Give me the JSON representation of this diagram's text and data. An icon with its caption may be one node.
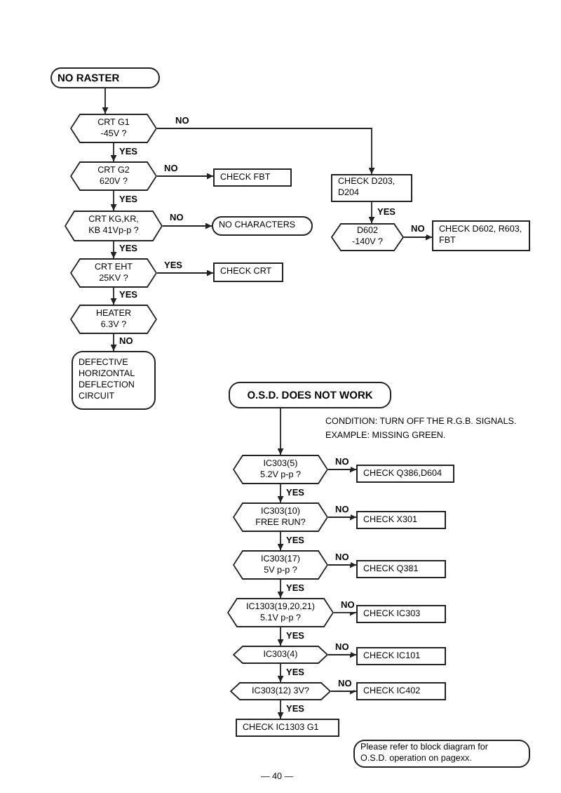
{
  "diagram": {
    "nodes": [
      {
        "text": [
          "NO RASTER"
        ]
      },
      {
        "text": [
          "CRT G1 -45V ?"
        ]
      },
      {
        "text": [
          "CRT G2 620V ?"
        ]
      },
      {
        "text": [
          "CRT KG,KR, KB 41Vp-p ?"
        ]
      },
      {
        "text": [
          "CRT EHT 25KV ?"
        ]
      },
      {
        "text": [
          "HEATER 6.3V ?"
        ]
      },
      {
        "text": [
          "DEFECTIVE HORIZONTAL DEFLECTION CIRCUIT"
        ]
      },
      {
        "text": [
          "CHECK FBT"
        ]
      },
      {
        "text": [
          "NO CHARACTERS"
        ]
      },
      {
        "text": [
          "CHECK CRT"
        ]
      },
      {
        "text": [
          "CHECK D203, D204"
        ]
      },
      {
        "text": [
          "D602 -140V ?"
        ]
      },
      {
        "text": [
          "CHECK D602, R603, FBT"
        ]
      },
      {
        "text": [
          "O.S.D. DOES NOT WORK"
        ]
      },
      {
        "text": [
          "IC303(5) 5.2V p-p ?"
        ]
      },
      {
        "text": [
          "CHECK Q386,D604"
        ]
      },
      {
        "text": [
          "IC303(10) FREE RUN?"
        ]
      },
      {
        "text": [
          "CHECK X301"
        ]
      },
      {
        "text": [
          "IC303(17) 5V p-p ?"
        ]
      },
      {
        "text": [
          "CHECK Q381"
        ]
      },
      {
        "text": [
          "IC1303(19,20,21) 5.1V p-p ?"
        ]
      },
      {
        "text": [
          "CHECK IC303"
        ]
      },
      {
        "text": [
          "IC303(4)"
        ]
      },
      {
        "text": [
          "CHECK IC101"
        ]
      },
      {
        "text": [
          "IC303(12) 3V?"
        ]
      },
      {
        "text": [
          "CHECK IC402"
        ]
      },
      {
        "text": [
          "CHECK IC1303 G1"
        ]
      },
      {
        "text": [
          "Please refer to block diagram for O.S.D. operation on pagexx."
        ]
      }
    ],
    "edges": [
      {
        "from": 0,
        "to": 1,
        "arrow": "to"
      },
      {
        "from": 1,
        "to": 2,
        "arrow": "to",
        "label": "YES"
      },
      {
        "from": 2,
        "to": 3,
        "arrow": "to",
        "label": "YES"
      },
      {
        "from": 3,
        "to": 4,
        "arrow": "to",
        "label": "YES"
      },
      {
        "from": 4,
        "to": 5,
        "arrow": "to",
        "label": "YES"
      },
      {
        "from": 5,
        "to": 6,
        "arrow": "to",
        "label": "NO"
      },
      {
        "from": 1,
        "to": 10,
        "arrow": "to",
        "label": "NO"
      },
      {
        "from": 2,
        "to": 7,
        "arrow": "to",
        "label": "NO"
      },
      {
        "from": 3,
        "to": 8,
        "arrow": "to",
        "label": "NO"
      },
      {
        "from": 4,
        "to": 9,
        "arrow": "to",
        "label": "YES"
      },
      {
        "from": 10,
        "to": 11,
        "arrow": "to",
        "label": "YES"
      },
      {
        "from": 11,
        "to": 12,
        "arrow": "to",
        "label": "NO"
      },
      {
        "from": 13,
        "to": 14,
        "arrow": "to"
      },
      {
        "from": 14,
        "to": 15,
        "arrow": "to",
        "label": "NO"
      },
      {
        "from": 14,
        "to": 16,
        "arrow": "to",
        "label": "YES"
      },
      {
        "from": 16,
        "to": 17,
        "arrow": "to",
        "label": "NO"
      },
      {
        "from": 16,
        "to": 18,
        "arrow": "to",
        "label": "YES"
      },
      {
        "from": 18,
        "to": 19,
        "arrow": "to",
        "label": "NO"
      },
      {
        "from": 18,
        "to": 20,
        "arrow": "to",
        "label": "YES"
      },
      {
        "from": 20,
        "to": 21,
        "arrow": "to",
        "label": "NO"
      },
      {
        "from": 20,
        "to": 22,
        "arrow": "to",
        "label": "YES"
      },
      {
        "from": 22,
        "to": 23,
        "arrow": "to",
        "label": "NO"
      },
      {
        "from": 22,
        "to": 24,
        "arrow": "to",
        "label": "YES"
      },
      {
        "from": 24,
        "to": 25,
        "arrow": "to",
        "label": "NO"
      },
      {
        "from": 24,
        "to": 26,
        "arrow": "to",
        "label": "YES"
      }
    ],
    "labels": [
      "CONDITION: TURN OFF THE R.G.B. SIGNALS.",
      "EXAMPLE: MISSING GREEN.",
      "— 40 —"
    ]
  }
}
